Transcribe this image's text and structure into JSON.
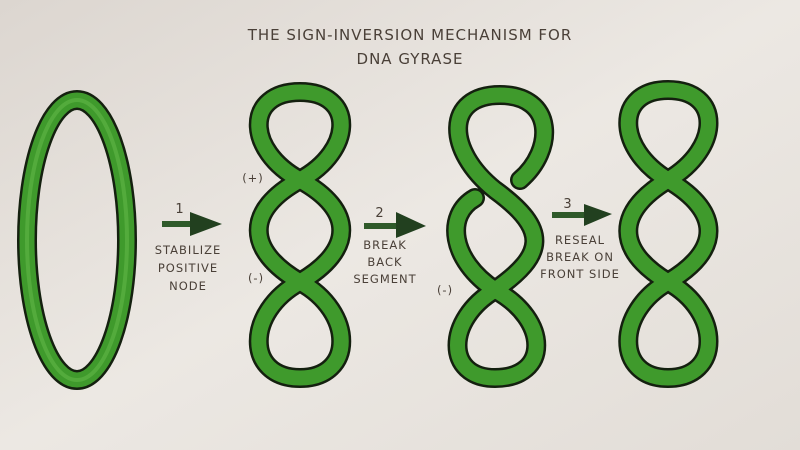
{
  "title": {
    "line1": "THE SIGN-INVERSION MECHANISM FOR",
    "line2": "DNA GYRASE"
  },
  "steps": [
    {
      "number": "1",
      "label": [
        "STABILIZE",
        "POSITIVE",
        "NODE"
      ]
    },
    {
      "number": "2",
      "label": [
        "BREAK",
        "BACK",
        "SEGMENT"
      ]
    },
    {
      "number": "3",
      "label": [
        "RESEAL",
        "BREAK ON",
        "FRONT SIDE"
      ]
    }
  ],
  "node_labels": {
    "positive": "(+)",
    "negative_fig2": "(-)",
    "negative_fig3": "(-)"
  },
  "colors": {
    "dna": "#3f9a2c",
    "outline": "#14200f",
    "paper": "#e9e5e0",
    "arrow": "#2f5a2a"
  }
}
